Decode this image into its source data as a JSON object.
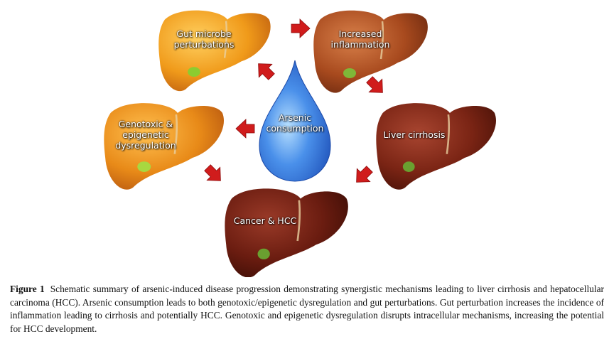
{
  "figure": {
    "nodes": {
      "gut": "Gut microbe\nperturbations",
      "inflammation": "Increased\ninflammation",
      "cirrhosis": "Liver cirrhosis",
      "cancer": "Cancer & HCC",
      "genotoxic": "Genotoxic &\nepigenetic\ndysregulation",
      "arsenic": "Arsenic\nconsumption"
    },
    "colors": {
      "arrow": "#d01c1c",
      "drop": "#3a7fe0",
      "liver_orange": "#f0a020",
      "liver_brown": "#6b1a0e"
    }
  },
  "caption": {
    "label": "Figure 1",
    "text": "Schematic summary of arsenic-induced disease progression demonstrating synergistic mechanisms leading to liver cirrhosis and hepatocellular carcinoma (HCC). Arsenic consumption leads to both genotoxic/epigenetic dysregulation and gut perturbations. Gut perturbation increases the incidence of inflammation leading to cirrhosis and potentially HCC. Genotoxic and epigenetic dysregulation disrupts intracellular mechanisms, increasing the potential for HCC development."
  }
}
